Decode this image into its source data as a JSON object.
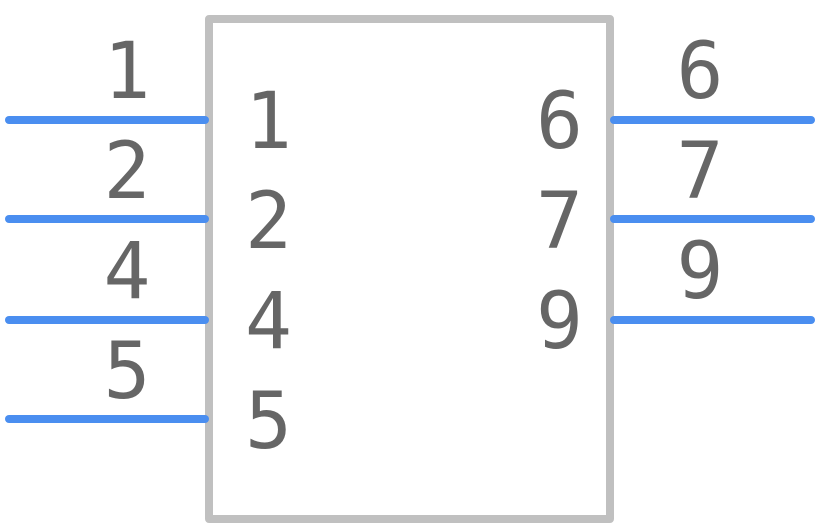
{
  "colors": {
    "background": "#ffffff",
    "body_outline": "#c0c0c0",
    "pin_line": "#4a8ef0",
    "text": "#666666"
  },
  "component": {
    "left_pins": [
      {
        "number": "1",
        "name": "1"
      },
      {
        "number": "2",
        "name": "2"
      },
      {
        "number": "4",
        "name": "4"
      },
      {
        "number": "5",
        "name": "5"
      }
    ],
    "right_pins": [
      {
        "number": "6",
        "name": "6"
      },
      {
        "number": "7",
        "name": "7"
      },
      {
        "number": "9",
        "name": "9"
      }
    ]
  }
}
